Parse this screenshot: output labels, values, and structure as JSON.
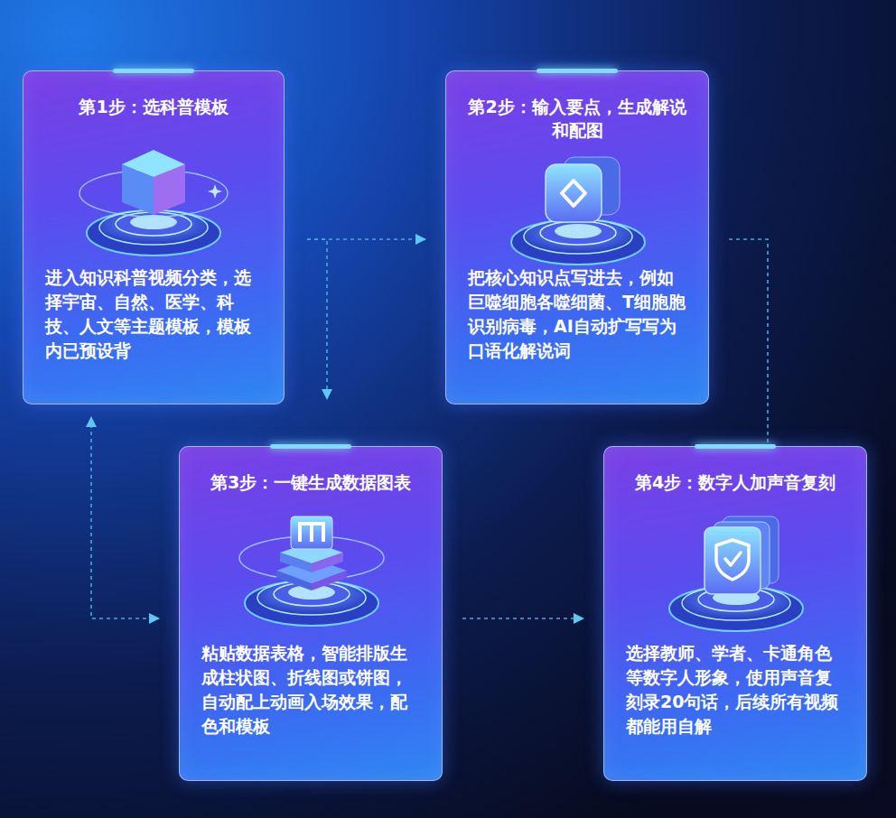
{
  "diagram": {
    "nodes": [
      {
        "text": [
          "第1步：选科普模板",
          "进入知识科普视频分类，选择宇宙、自然、医学、科技、人文等主题模板，模板内已预设背"
        ]
      },
      {
        "text": [
          "第2步：输入要点，生成解说和配图",
          "把核心知识点写进去，例如巨噬细胞各噬细菌、T细胞胞识别病毒，AI自动扩写写为口语化解说词"
        ]
      },
      {
        "text": [
          "第3步：一键生成数据图表",
          "粘贴数据表格，智能排版生成柱状图、折线图或饼图，自动配上动画入场效果，配色和模板"
        ]
      },
      {
        "text": [
          "第4步：数字人加声音复刻",
          "选择教师、学者、卡通角色等数字人形象，使用声音复刻录20句话，后续所有视频都能用自解"
        ]
      }
    ],
    "edges": [
      {
        "from": 0,
        "to": 1,
        "arrow": "to"
      },
      {
        "from": 0,
        "to": 2,
        "arrow": "to"
      },
      {
        "from": 0,
        "to": 2,
        "arrow": "both"
      },
      {
        "from": 2,
        "to": 3,
        "arrow": "to"
      },
      {
        "from": 1,
        "to": 3,
        "arrow": "none"
      }
    ]
  }
}
